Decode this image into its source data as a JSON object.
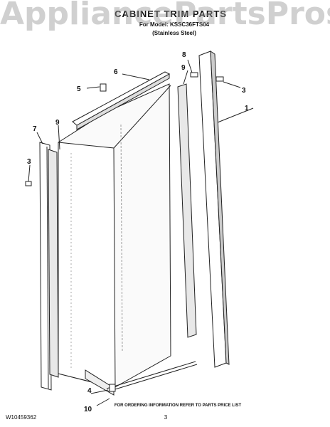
{
  "watermark": "AppliancePartsPros.com",
  "header": {
    "title": "CABINET TRIM PARTS",
    "model_line": "For Model: KSSC36FTS04",
    "finish_line": "(Stainless Steel)"
  },
  "callouts": [
    "1",
    "3",
    "3",
    "4",
    "5",
    "6",
    "7",
    "8",
    "9",
    "9",
    "10"
  ],
  "footer": {
    "doc_number": "W10459362",
    "ordering_note": "FOR ORDERING INFORMATION REFER TO PARTS PRICE LIST",
    "page_number": "3"
  }
}
